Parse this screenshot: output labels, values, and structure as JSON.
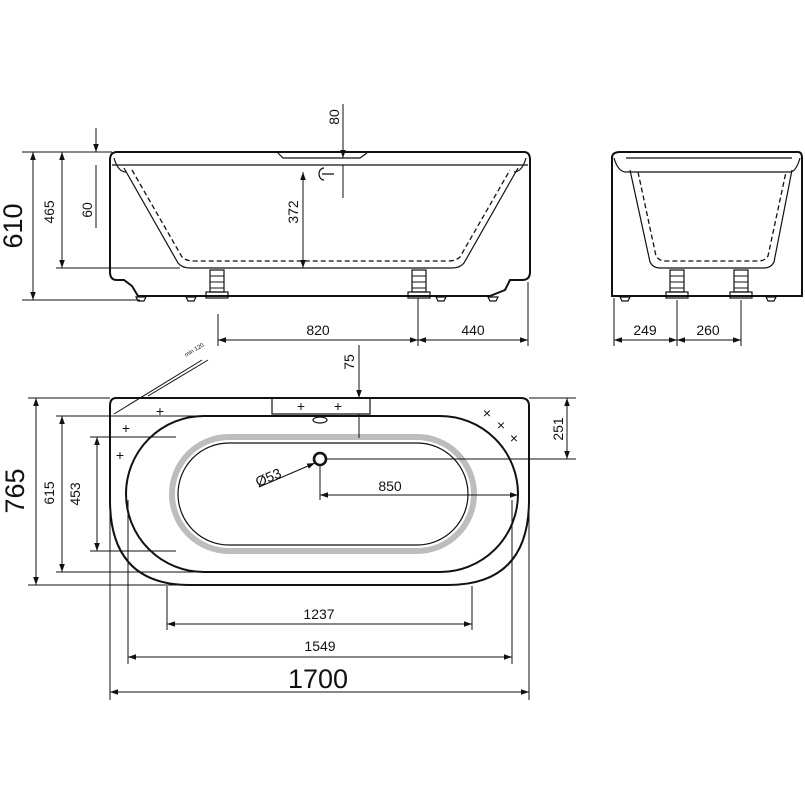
{
  "side_view": {
    "overall_height": "610",
    "water_depth": "465",
    "rim_height": "60",
    "overflow_height": "80",
    "inner_depth": "372",
    "feet_spacing": "820",
    "foot_offset": "440"
  },
  "end_view": {
    "foot_offset": "249",
    "feet_spacing": "260"
  },
  "top_view": {
    "clearance_note": "min 120",
    "overflow_offset": "75",
    "drain_offset": "251",
    "drain_diameter": "Ø53",
    "drain_distance": "850",
    "overall_depth": "765",
    "outer_width": "615",
    "inner_width": "453",
    "inner_length": "1237",
    "basin_length": "1549",
    "overall_length": "1700"
  }
}
